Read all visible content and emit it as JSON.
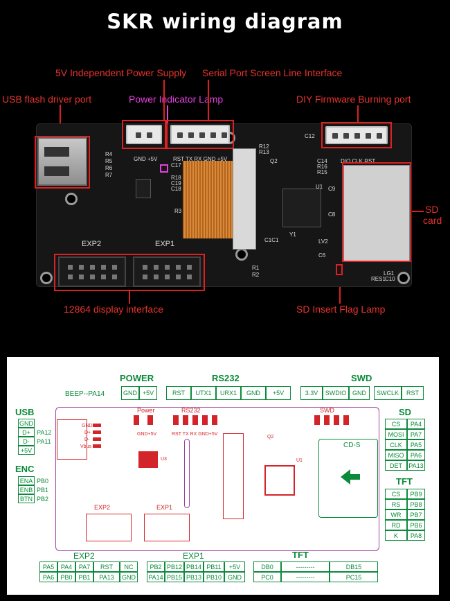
{
  "title": "SKR wiring diagram",
  "labels": {
    "power_supply": "5V Independent Power Supply",
    "serial": "Serial Port Screen Line Interface",
    "usb": "USB flash driver port",
    "power_lamp": "Power Indicator Lamp",
    "firmware": "DIY Firmware Burning port",
    "sd_card_1": "SD",
    "sd_card_2": "card",
    "display": "12864 display interface",
    "sd_flag": "SD Insert Flag Lamp"
  },
  "board_silk": {
    "exp2": "EXP2",
    "exp1": "EXP1",
    "pwr_pins": "GND +5V",
    "serial_pins": "RST  TX  RX  GND +5V",
    "swd_pins": "DIO CLK RST",
    "r_left": [
      "R4",
      "R5",
      "R6",
      "R7"
    ],
    "c17": "C17",
    "r18": "R18",
    "c19": "C19",
    "c18": "C18",
    "r3": "R3",
    "u1": "U1",
    "c9": "C9",
    "c12": "C12",
    "r12": "R12",
    "r13": "R13",
    "q2": "Q2",
    "c14": "C14",
    "r16": "R16",
    "r15": "R15",
    "c8": "C8",
    "c10": "C1C1",
    "y1": "Y1",
    "lv2": "LV2",
    "c6": "C6",
    "r1": "R1",
    "r2": "R2",
    "res1": "RES1",
    "lg1": "LG1",
    "c10b": "C10"
  },
  "pin_diagram": {
    "beep": "BEEP--PA14",
    "power": {
      "title": "POWER",
      "pins": [
        "GND",
        "+5V"
      ]
    },
    "rs232": {
      "title": "RS232",
      "pins": [
        "RST",
        "UTX1",
        "URX1",
        "GND",
        "+5V"
      ]
    },
    "swd": {
      "title": "SWD",
      "pins": [
        "3.3V",
        "SWDIO",
        "GND",
        "SWCLK",
        "RST"
      ]
    },
    "usb": {
      "title": "USB",
      "pins": [
        {
          "n": "GND",
          "p": ""
        },
        {
          "n": "D+",
          "p": "PA12"
        },
        {
          "n": "D-",
          "p": "PA11"
        },
        {
          "n": "+5V",
          "p": ""
        }
      ]
    },
    "enc": {
      "title": "ENC",
      "pins": [
        {
          "n": "ENA",
          "p": "PB0"
        },
        {
          "n": "ENB",
          "p": "PB1"
        },
        {
          "n": "BTN",
          "p": "PB2"
        }
      ]
    },
    "sd": {
      "title": "SD",
      "pins": [
        {
          "n": "CS",
          "p": "PA4"
        },
        {
          "n": "MOSI",
          "p": "PA7"
        },
        {
          "n": "CLK",
          "p": "PA5"
        },
        {
          "n": "MISO",
          "p": "PA6"
        },
        {
          "n": "DET",
          "p": "PA13"
        }
      ]
    },
    "tft_side": {
      "title": "TFT",
      "pins": [
        {
          "n": "CS",
          "p": "PB9"
        },
        {
          "n": "RS",
          "p": "PB8"
        },
        {
          "n": "WR",
          "p": "PB7"
        },
        {
          "n": "RD",
          "p": "PB6"
        },
        {
          "n": "K",
          "p": "PA8"
        }
      ]
    },
    "exp2": {
      "title": "EXP2",
      "row1": [
        "PA5",
        "PA4",
        "PA7",
        "RST",
        "NC"
      ],
      "row2": [
        "PA6",
        "PB0",
        "PB1",
        "PA13",
        "GND"
      ]
    },
    "exp1": {
      "title": "EXP1",
      "row1": [
        "PB2",
        "PB12",
        "PB14",
        "PB11",
        "+5V"
      ],
      "row2": [
        "PA14",
        "PB15",
        "PB13",
        "PB10",
        "GND"
      ]
    },
    "tft_bottom": {
      "title": "TFT",
      "row1": [
        "DB0",
        "---------",
        "DB15"
      ],
      "row2": [
        "PC0",
        "---------",
        "PC15"
      ]
    },
    "silk": {
      "power": "Power",
      "rs232": "RS232",
      "swd": "SWD",
      "cds": "CD-S",
      "exp2": "EXP2",
      "exp1": "EXP1",
      "gnd5v": "GND+5V",
      "rs232pins": "RST TX RX GND+5V",
      "usbpins": [
        "GND",
        "D+",
        "D-",
        "Vbus"
      ],
      "u1": "U1",
      "u3": "U3",
      "q2": "Q2"
    }
  }
}
